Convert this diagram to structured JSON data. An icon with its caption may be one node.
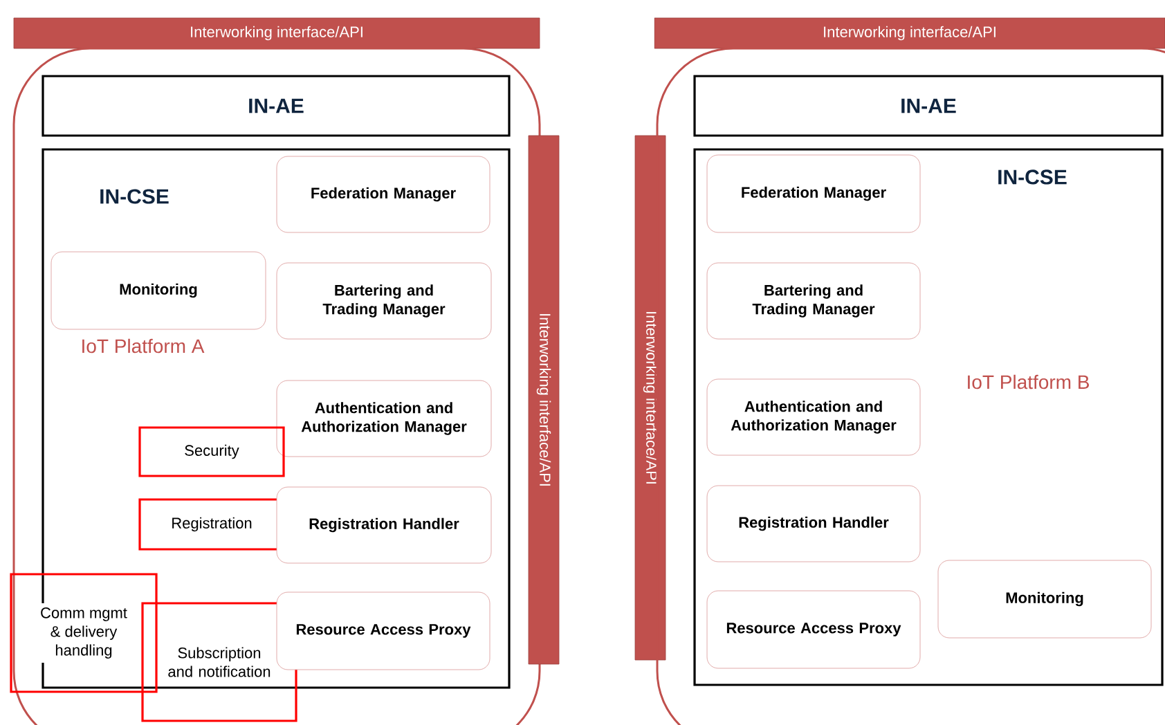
{
  "diagram": {
    "nodes": [
      {
        "text": [
          "Interworking interface/API"
        ]
      },
      {
        "text": [],
        "shape": "box"
      },
      {
        "text": [
          "IN-AE"
        ],
        "in": 1
      },
      {
        "text": [
          "IN-CSE"
        ],
        "in": 1
      },
      {
        "text": [
          "Federation Manager"
        ],
        "in": 3
      },
      {
        "text": [
          "Monitoring"
        ],
        "in": 3
      },
      {
        "text": [
          "Bartering and Trading Manager"
        ],
        "in": 3
      },
      {
        "text": [
          "Authentication and Authorization Manager"
        ],
        "in": 3
      },
      {
        "text": [
          "Security"
        ],
        "in": 3
      },
      {
        "text": [
          "Registration"
        ],
        "in": 3
      },
      {
        "text": [
          "Registration Handler"
        ],
        "in": 3
      },
      {
        "text": [
          "Comm mgmt & delivery handling"
        ],
        "in": 1
      },
      {
        "text": [
          "Subscription and notification"
        ],
        "in": 1
      },
      {
        "text": [
          "Resource Access Proxy"
        ],
        "in": 3
      },
      {
        "text": [
          "Interworking interface/API"
        ]
      },
      {
        "text": [
          "Interworking interface/API"
        ]
      },
      {
        "text": [
          "Interworking interface/API"
        ]
      },
      {
        "text": [],
        "shape": "box"
      },
      {
        "text": [
          "IN-AE"
        ],
        "in": 17
      },
      {
        "text": [
          "IN-CSE"
        ],
        "in": 17
      },
      {
        "text": [
          "Federation Manager"
        ],
        "in": 19
      },
      {
        "text": [
          "Bartering and Trading Manager"
        ],
        "in": 19
      },
      {
        "text": [
          "Authentication and Authorization Manager"
        ],
        "in": 19
      },
      {
        "text": [
          "Registration Handler"
        ],
        "in": 19
      },
      {
        "text": [
          "Resource Access Proxy"
        ],
        "in": 19
      },
      {
        "text": [
          "Monitoring"
        ],
        "in": 19
      }
    ],
    "labels": [
      "IoT Platform A",
      "IoT Platform B"
    ]
  }
}
